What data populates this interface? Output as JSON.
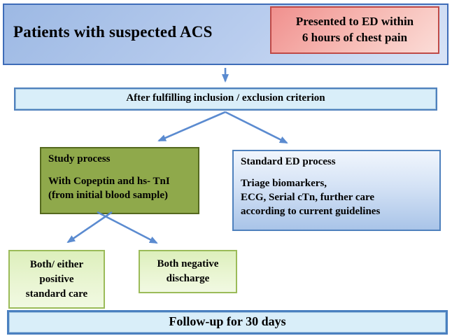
{
  "banner": {
    "title": "Patients with suspected ACS"
  },
  "ed_box": {
    "line1": "Presented to ED within",
    "line2": "6 hours of chest pain"
  },
  "inclusion_box": {
    "label": "After fulfilling inclusion / exclusion criterion"
  },
  "study_box": {
    "title": "Study process",
    "line1": "With Copeptin and hs- TnI",
    "line2": "(from initial blood sample)"
  },
  "standard_box": {
    "title": "Standard ED process",
    "line1": "Triage biomarkers,",
    "line2": "ECG, Serial cTn, further care",
    "line3": "according to current guidelines"
  },
  "positive_box": {
    "line1": "Both/ either",
    "line2": "positive",
    "line3": "standard care"
  },
  "negative_box": {
    "line1": "Both negative",
    "line2": "discharge"
  },
  "followup_box": {
    "label": "Follow-up for 30 days"
  },
  "colors": {
    "banner_fill_start": "#9db9e4",
    "banner_fill_end": "#d8e3f6",
    "banner_border": "#3e6cb8",
    "ed_fill_start": "#f0908e",
    "ed_fill_end": "#fbdcd7",
    "ed_border": "#bf4a47",
    "light_blue_fill": "#d9eef9",
    "blue_border": "#4f81bd",
    "study_fill": "#8fa94b",
    "study_border": "#55691f",
    "standard_fill_bottom": "#a9c4e8",
    "result_fill": "#e4f3c8",
    "result_border": "#9bbb59",
    "arrow": "#5b8bd0",
    "text": "#000000"
  }
}
